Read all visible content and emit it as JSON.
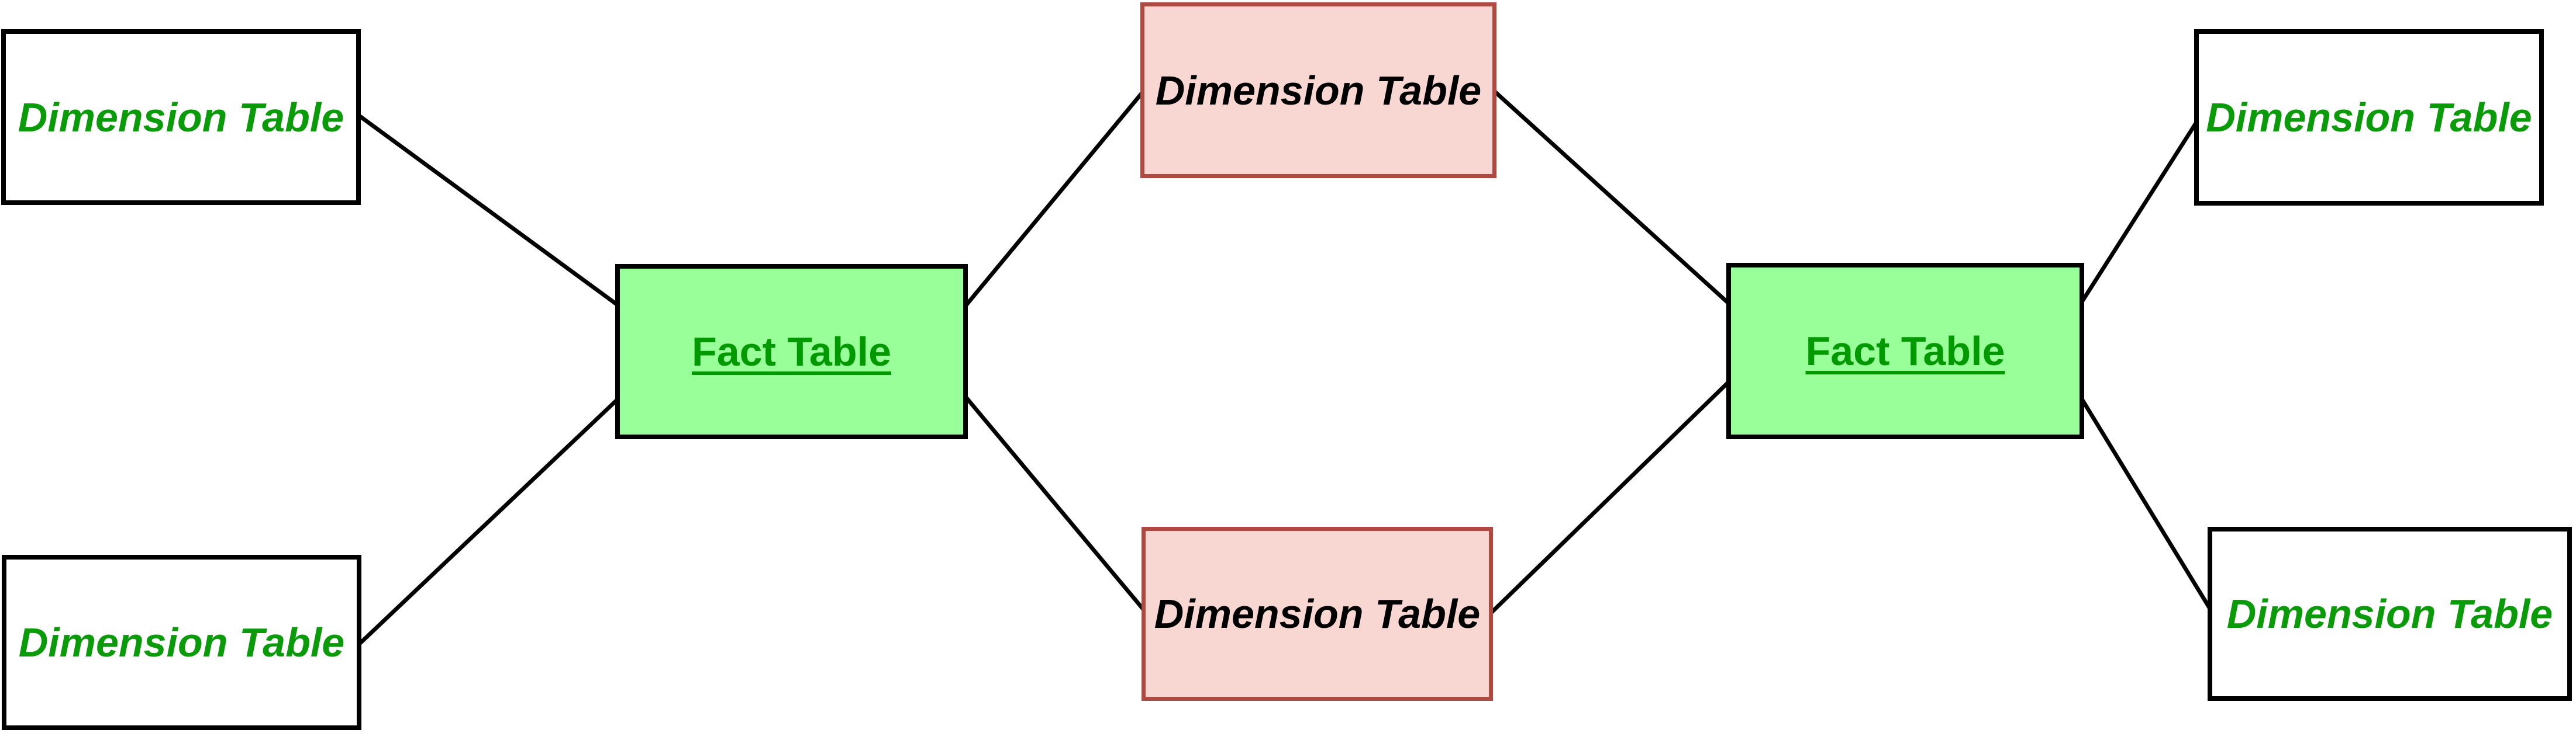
{
  "diagram": {
    "description": "Fact constellation schema with two fact tables sharing dimension tables",
    "colors": {
      "fact_fill": "#99FF99",
      "fact_text": "#009900",
      "dimension_text_green": "#0A9A0A",
      "pink_fill": "#F8D7D2",
      "pink_border": "#AE4A41",
      "black_border": "#000000",
      "edge_line": "#000000",
      "background": "#FFFFFF"
    },
    "nodes": {
      "dim_top_left": {
        "label": "Dimension Table",
        "style": "white-box-green-italic-text"
      },
      "dim_bottom_left": {
        "label": "Dimension Table",
        "style": "white-box-green-italic-text"
      },
      "fact_left": {
        "label": "Fact Table",
        "style": "green-box-underlined-text"
      },
      "dim_top_center": {
        "label": "Dimension Table",
        "style": "pink-box-black-italic-text"
      },
      "dim_bottom_center": {
        "label": "Dimension Table",
        "style": "pink-box-black-italic-text"
      },
      "fact_right": {
        "label": "Fact Table",
        "style": "green-box-underlined-text"
      },
      "dim_top_right": {
        "label": "Dimension Table",
        "style": "white-box-green-italic-text"
      },
      "dim_bottom_right": {
        "label": "Dimension Table",
        "style": "white-box-green-italic-text"
      }
    },
    "edges": [
      {
        "from": "dim_top_left",
        "to": "fact_left"
      },
      {
        "from": "dim_bottom_left",
        "to": "fact_left"
      },
      {
        "from": "fact_left",
        "to": "dim_top_center"
      },
      {
        "from": "fact_left",
        "to": "dim_bottom_center"
      },
      {
        "from": "dim_top_center",
        "to": "fact_right"
      },
      {
        "from": "dim_bottom_center",
        "to": "fact_right"
      },
      {
        "from": "fact_right",
        "to": "dim_top_right"
      },
      {
        "from": "fact_right",
        "to": "dim_bottom_right"
      }
    ]
  }
}
